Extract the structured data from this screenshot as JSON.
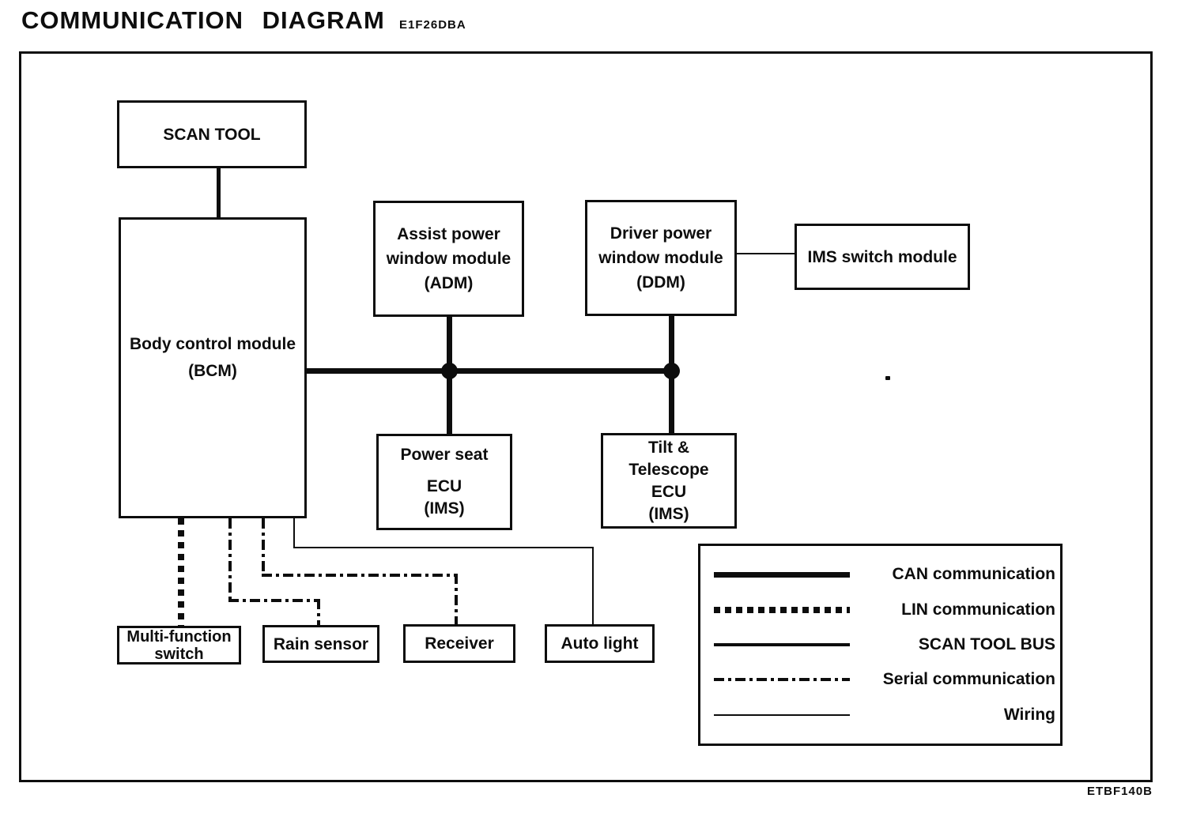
{
  "page": {
    "title": "COMMUNICATION DIAGRAM",
    "title_code": "E1F26DBA",
    "figure_code": "ETBF140B"
  },
  "nodes": {
    "scan_tool": {
      "lines": [
        "SCAN TOOL"
      ]
    },
    "bcm": {
      "lines": [
        "Body control module",
        "(BCM)"
      ]
    },
    "adm": {
      "lines": [
        "Assist power",
        "window module",
        "(ADM)"
      ]
    },
    "ddm": {
      "lines": [
        "Driver power",
        "window module",
        "(DDM)"
      ]
    },
    "ims_switch": {
      "lines": [
        "IMS switch module"
      ]
    },
    "power_seat": {
      "lines": [
        "Power seat",
        "ECU",
        "(IMS)"
      ]
    },
    "tilt_telescope": {
      "lines": [
        "Tilt &",
        "Telescope",
        "ECU",
        "(IMS)"
      ]
    },
    "multi_function": {
      "lines": [
        "Multi-function",
        "switch"
      ]
    },
    "rain_sensor": {
      "lines": [
        "Rain sensor"
      ]
    },
    "receiver": {
      "lines": [
        "Receiver"
      ]
    },
    "auto_light": {
      "lines": [
        "Auto light"
      ]
    }
  },
  "connections": [
    {
      "from": "SCAN TOOL",
      "to": "Body control module (BCM)",
      "type": "SCAN TOOL BUS"
    },
    {
      "from": "Body control module (BCM)",
      "to": "Assist power window module (ADM)",
      "type": "CAN communication"
    },
    {
      "from": "Body control module (BCM)",
      "to": "Driver power window module (DDM)",
      "type": "CAN communication"
    },
    {
      "from": "Assist power window module (ADM)",
      "to": "Power seat ECU (IMS)",
      "type": "CAN communication"
    },
    {
      "from": "Driver power window module (DDM)",
      "to": "Tilt & Telescope ECU (IMS)",
      "type": "CAN communication"
    },
    {
      "from": "Driver power window module (DDM)",
      "to": "IMS switch module",
      "type": "Wiring"
    },
    {
      "from": "Body control module (BCM)",
      "to": "Multi-function switch",
      "type": "LIN communication"
    },
    {
      "from": "Body control module (BCM)",
      "to": "Rain sensor",
      "type": "Serial communication"
    },
    {
      "from": "Body control module (BCM)",
      "to": "Receiver",
      "type": "Serial communication"
    },
    {
      "from": "Body control module (BCM)",
      "to": "Auto light",
      "type": "Wiring"
    }
  ],
  "legend": {
    "items": [
      {
        "style": "can",
        "label": "CAN communication"
      },
      {
        "style": "lin",
        "label": "LIN communication"
      },
      {
        "style": "scan-tool-bus",
        "label": "SCAN TOOL BUS"
      },
      {
        "style": "serial",
        "label": "Serial communication"
      },
      {
        "style": "wiring",
        "label": "Wiring"
      }
    ]
  },
  "colors": {
    "ink": "#0d0d0d",
    "paper": "#ffffff"
  }
}
